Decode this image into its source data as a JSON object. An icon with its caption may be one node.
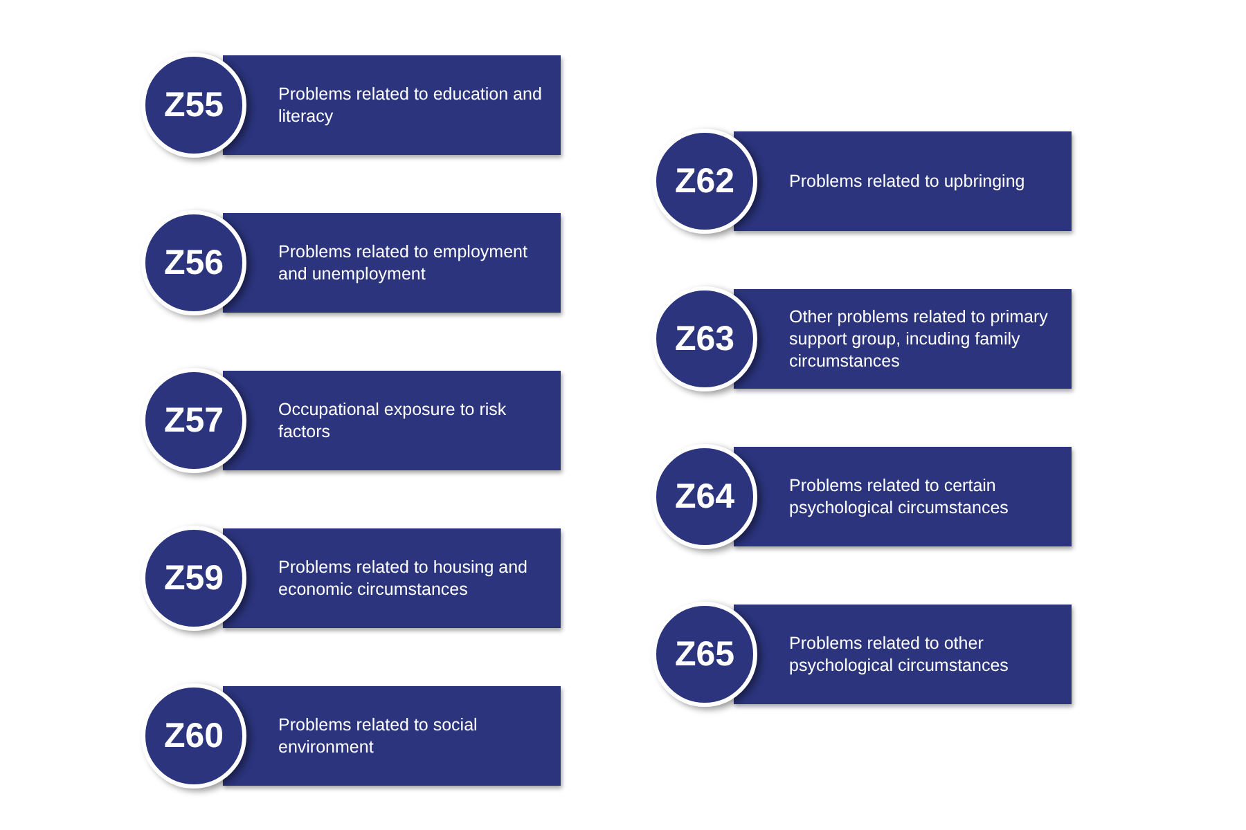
{
  "diagram": {
    "nodes": [
      {
        "text": [
          "Z55"
        ]
      },
      {
        "text": [
          "Problems related to education and literacy"
        ]
      },
      {
        "text": [
          "Z62"
        ]
      },
      {
        "text": [
          "Problems related to upbringing"
        ]
      },
      {
        "text": [
          "Z56"
        ]
      },
      {
        "text": [
          "Problems related to employment and unemployment"
        ]
      },
      {
        "text": [
          "Z63"
        ]
      },
      {
        "text": [
          "Other problems related to primary support group, incuding family circumstances"
        ]
      },
      {
        "text": [
          "Z57"
        ]
      },
      {
        "text": [
          "Occupational exposure to risk factors"
        ]
      },
      {
        "text": [
          "Z64"
        ]
      },
      {
        "text": [
          "Problems related to certain psychological circumstances"
        ]
      },
      {
        "text": [
          "Z59"
        ]
      },
      {
        "text": [
          "Problems related to housing and economic circumstances"
        ]
      },
      {
        "text": [
          "Z65"
        ]
      },
      {
        "text": [
          "Problems related to other psychological circumstances"
        ]
      },
      {
        "text": [
          "Z60"
        ]
      },
      {
        "text": [
          "Problems related to social environment"
        ]
      }
    ]
  }
}
